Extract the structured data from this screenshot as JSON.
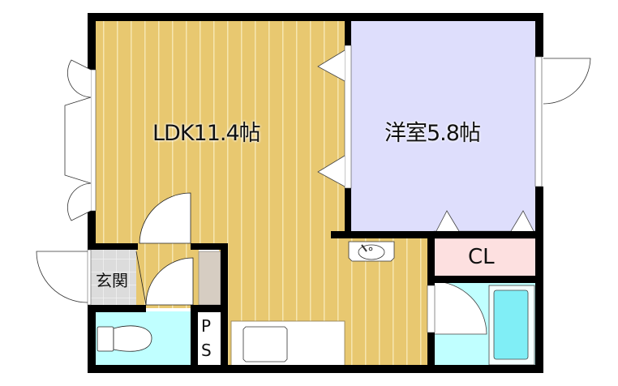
{
  "rooms": {
    "ldk": "LDK11.4帖",
    "western": "洋室5.8帖",
    "closet": "CL",
    "entrance": "玄関",
    "pipe_space_p": "P",
    "pipe_space_s": "S"
  },
  "colors": {
    "floor_wood": "#e8c870",
    "floor_line": "#f6e6b0",
    "western_room": "#dedefc",
    "closet": "#fde0e0",
    "wet_area": "#c0ffff",
    "bathtub": "#80eef6",
    "entrance_tile": "#dcdcdc",
    "shoe_cabinet": "#d6cdc2",
    "wall": "#000000"
  }
}
